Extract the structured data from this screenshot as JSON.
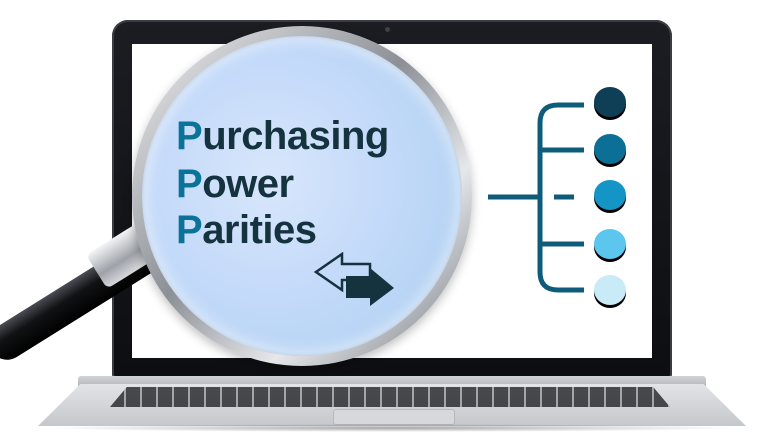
{
  "title_lines": [
    {
      "initial": "P",
      "rest": "urchasing"
    },
    {
      "initial": "P",
      "rest": "ower"
    },
    {
      "initial": "P",
      "rest": "arities"
    }
  ],
  "colors": {
    "title_dark": "#15323f",
    "title_initial": "#0c7398",
    "connector": "#0f5c7a",
    "lens_tint": "#c4dafa",
    "dots": [
      "#0f3f57",
      "#0c6f95",
      "#1595c6",
      "#5cc6ef",
      "#c8ebf7"
    ]
  },
  "icons": {
    "magnifier": "magnifying-glass-icon",
    "exchange": "exchange-arrows-icon",
    "hierarchy": "hierarchy-tree-icon",
    "laptop": "laptop-icon"
  },
  "diagram": {
    "node_count": 5
  }
}
